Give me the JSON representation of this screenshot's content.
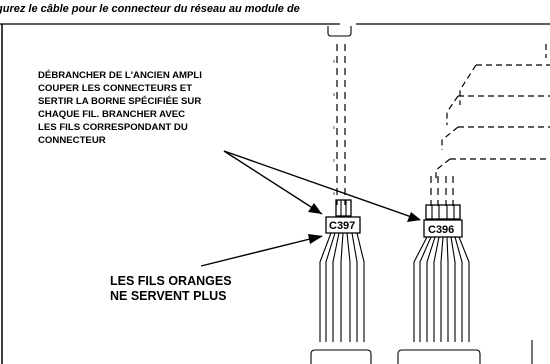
{
  "caption": "gurez le câble pour le connecteur du réseau au module de",
  "instruction": {
    "lines": [
      "DÉBRANCHER DE L'ANCIEN AMPLI",
      "COUPER LES CONNECTEURS ET",
      "SERTIR LA BORNE SPÉCIFIÉE SUR",
      "CHAQUE FIL. BRANCHER AVEC",
      "LES FILS CORRESPONDANT DU",
      "CONNECTEUR"
    ]
  },
  "note": {
    "lines": [
      "LES FILS ORANGES",
      "NE SERVENT PLUS"
    ]
  },
  "connectors": [
    {
      "id": "c397",
      "label": "C397"
    },
    {
      "id": "c396",
      "label": "C396"
    }
  ]
}
